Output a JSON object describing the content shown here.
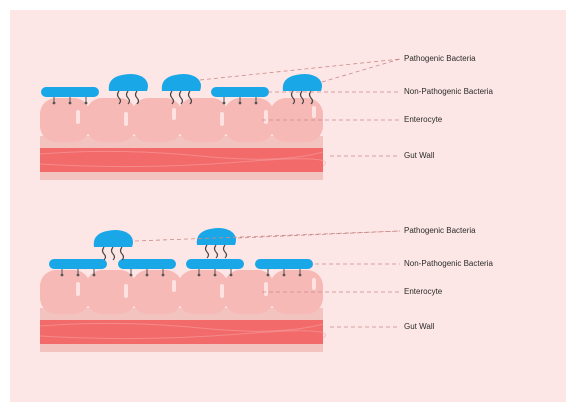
{
  "top_panel": {
    "labels": {
      "pathogenic": "Pathogenic Bacteria",
      "non_pathogenic": "Non-Pathogenic Bacteria",
      "enterocyte": "Enterocyte",
      "gut_wall": "Gut Wall"
    }
  },
  "bottom_panel": {
    "labels": {
      "pathogenic": "Pathogenic Bacteria",
      "non_pathogenic": "Non-Pathogenic Bacteria",
      "enterocyte": "Enterocyte",
      "gut_wall": "Gut Wall"
    }
  },
  "colors": {
    "background": "#fde7e6",
    "bacteria": "#1aa7e8",
    "enterocyte": "#f7b9b6",
    "gut_wall": "#f26a6a",
    "leader_line": "#c98a8a"
  }
}
